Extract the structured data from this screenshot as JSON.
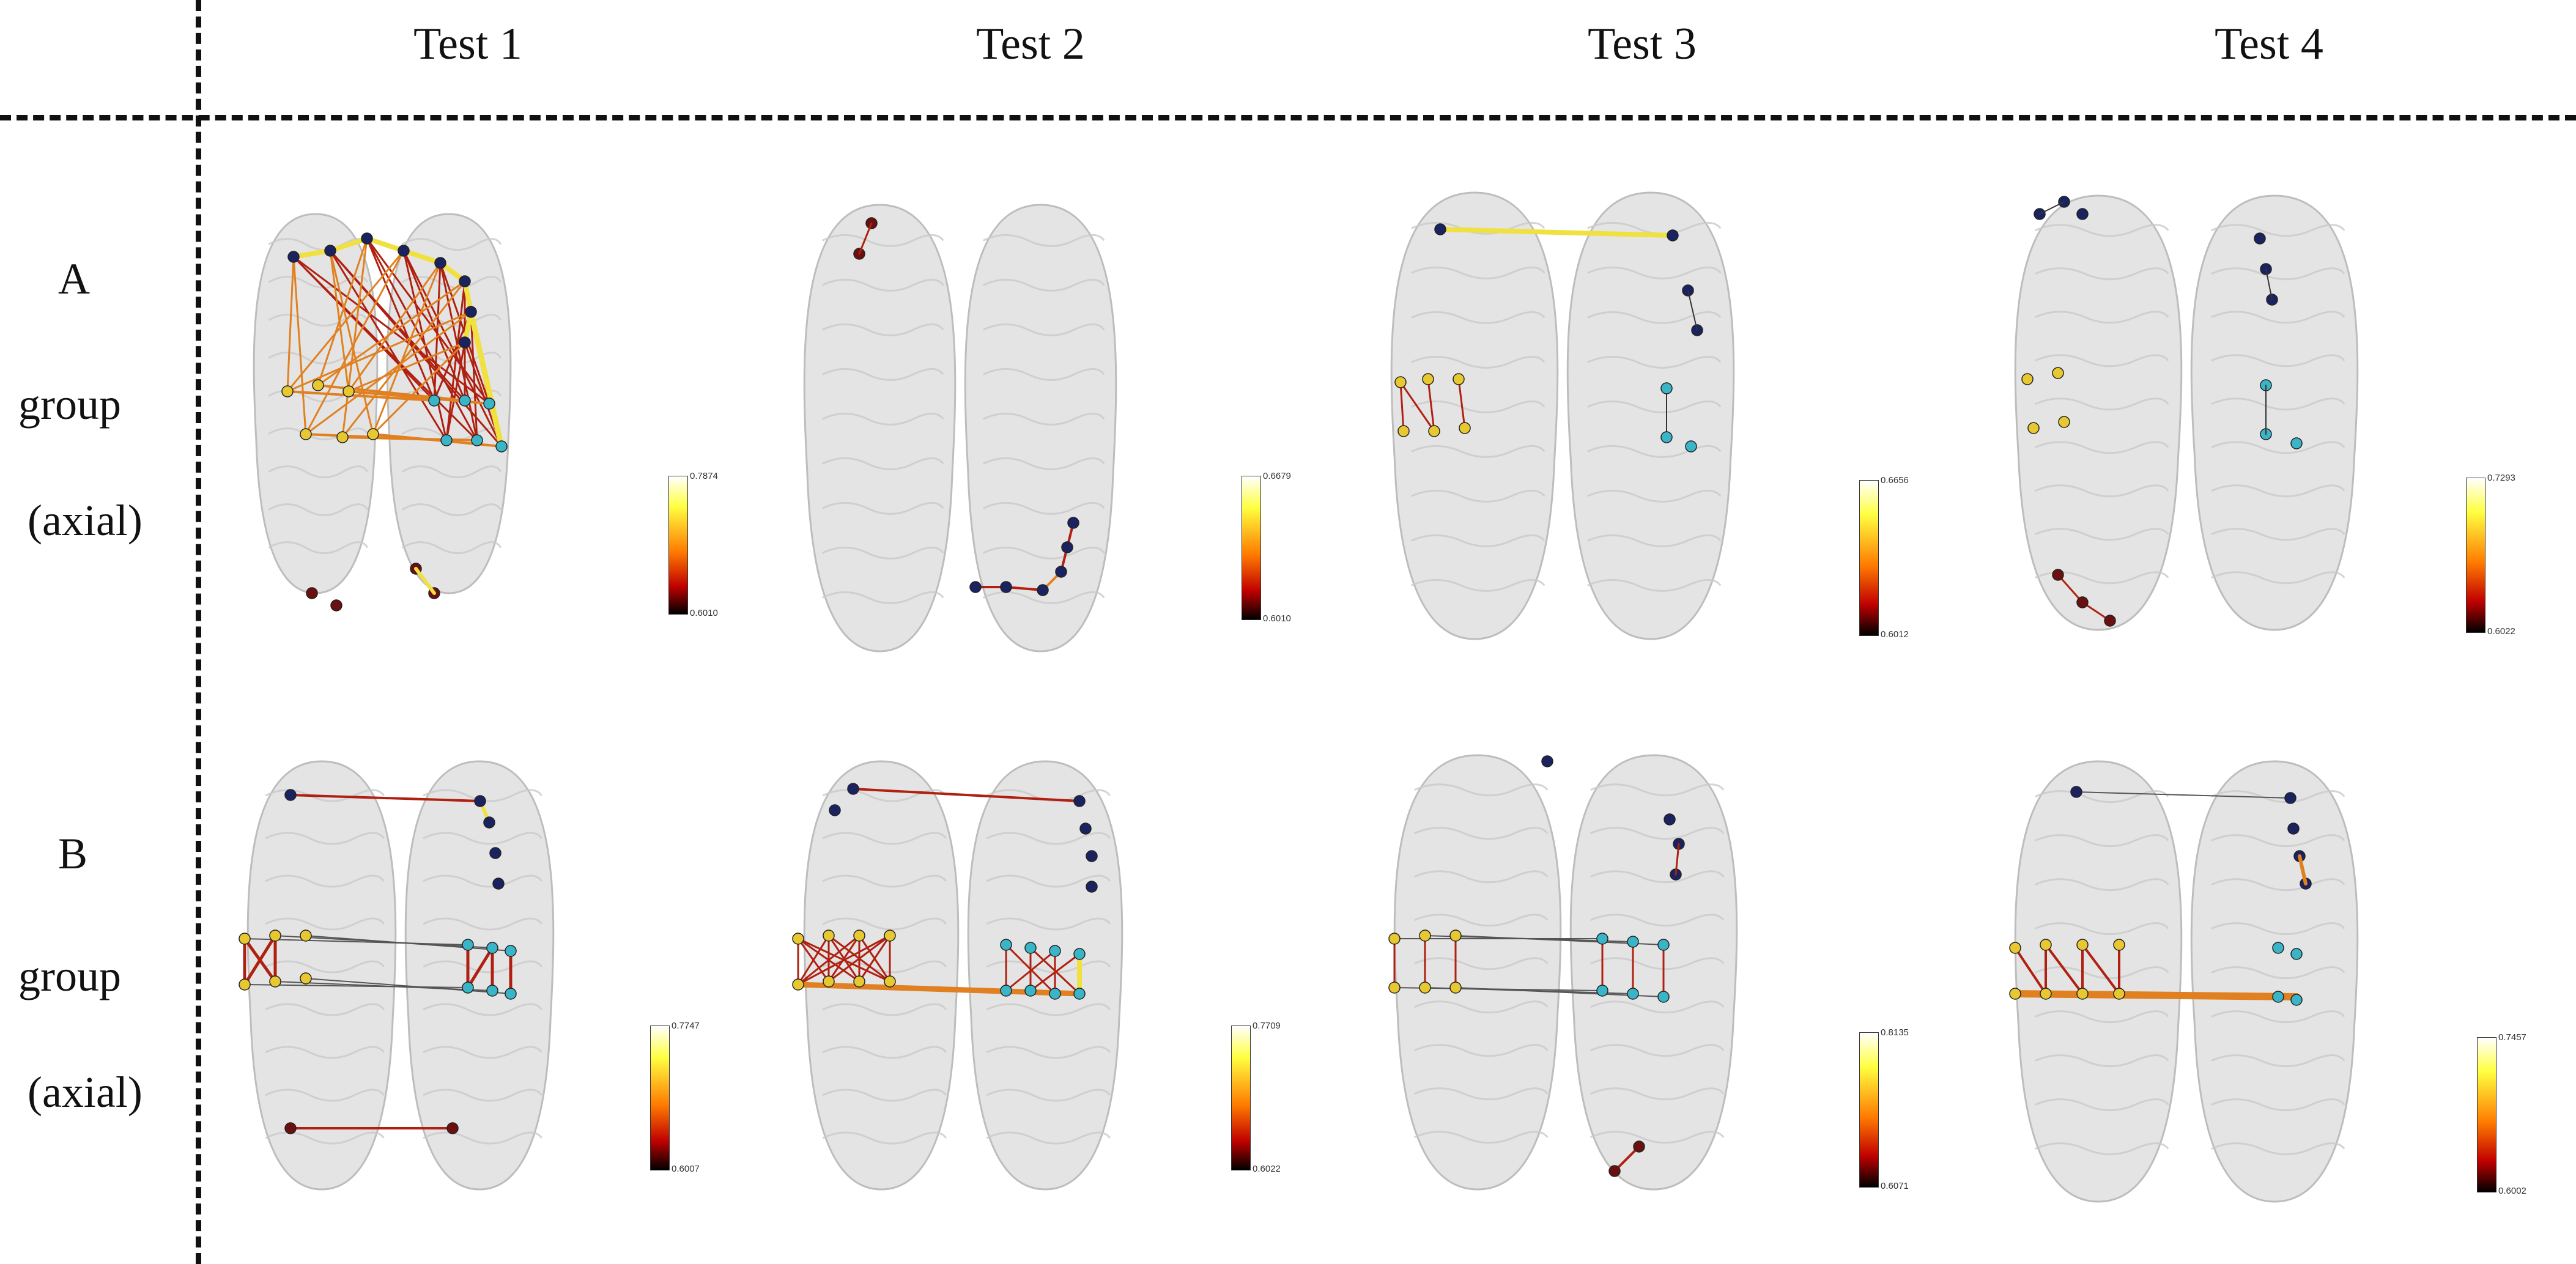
{
  "columns": [
    "Test 1",
    "Test 2",
    "Test 3",
    "Test 4"
  ],
  "rows": [
    {
      "label": "A",
      "line2": "group",
      "line3": "(axial)"
    },
    {
      "label": "B",
      "line2": "group",
      "line3": "(axial)"
    }
  ],
  "colorbars": [
    {
      "max": "0.7874",
      "min": "0.6010"
    },
    {
      "max": "0.6679",
      "min": "0.6010"
    },
    {
      "max": "0.6656",
      "min": "0.6012"
    },
    {
      "max": "0.7293",
      "min": "0.6022"
    },
    {
      "max": "0.7747",
      "min": "0.6007"
    },
    {
      "max": "0.7709",
      "min": "0.6022"
    },
    {
      "max": "0.8135",
      "min": "0.6071"
    },
    {
      "max": "0.7457",
      "min": "0.6002"
    }
  ],
  "colors": {
    "node_dark": "#1a2360",
    "node_cyan": "#3ab5c8",
    "node_yellow": "#e8c830",
    "node_red": "#6b1010",
    "edge_yellow": "#f0e040",
    "edge_orange": "#e08020",
    "edge_red": "#b02010",
    "brain": "#e4e4e4"
  }
}
